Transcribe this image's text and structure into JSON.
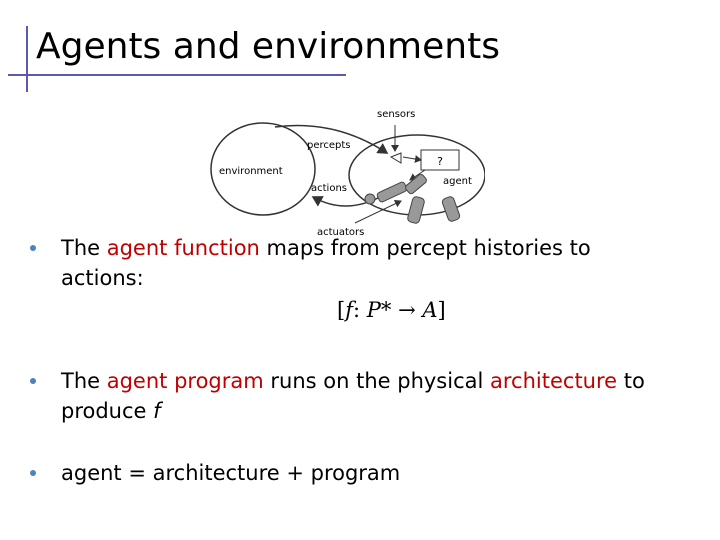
{
  "title": "Agents and environments",
  "diagram": {
    "labels": {
      "sensors": "sensors",
      "percepts": "percepts",
      "environment": "environment",
      "actions": "actions",
      "agent": "agent",
      "question": "?",
      "actuators": "actuators"
    }
  },
  "bullets": [
    {
      "pre": "The ",
      "highlight": "agent function",
      "post": " maps from percept histories to",
      "line2": "actions:"
    },
    {
      "open": "[",
      "f": "f",
      "colon": ": ",
      "p": "P*",
      "arrow": " → ",
      "a": "A",
      "close": "]"
    },
    {
      "pre": "The ",
      "highlight": "agent program",
      "mid": " runs on the physical ",
      "highlight2": "architecture",
      "post": " to",
      "line2_pre": "produce ",
      "line2_f": "f"
    },
    {
      "text": "agent = architecture + program"
    }
  ],
  "colors": {
    "highlight": "#c00000",
    "bullet": "#4f81bd",
    "title_rule": "#5a5ab0"
  }
}
